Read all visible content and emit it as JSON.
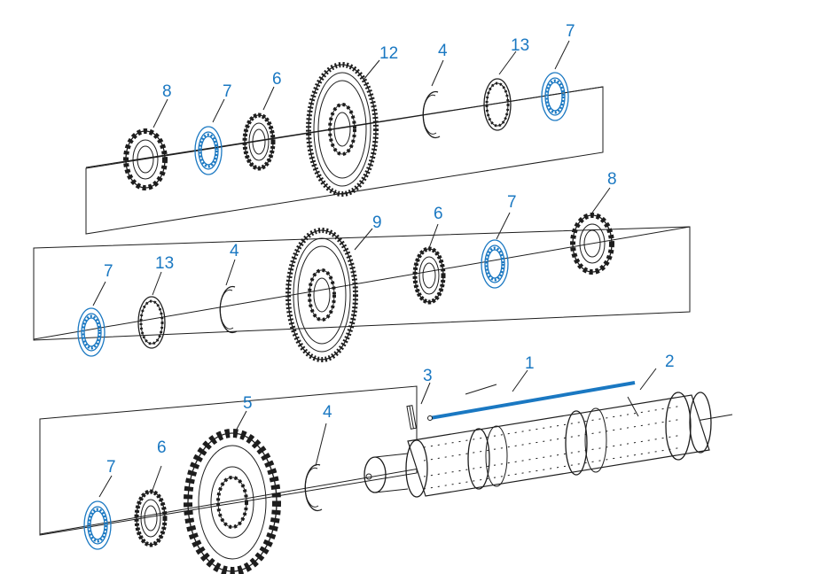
{
  "diagram": {
    "accent_color": "#1a78c2",
    "line_color": "#1d1d1d",
    "callouts": [
      "1",
      "2",
      "3",
      "4",
      "5",
      "6",
      "7",
      "8",
      "9",
      "12",
      "13"
    ]
  }
}
